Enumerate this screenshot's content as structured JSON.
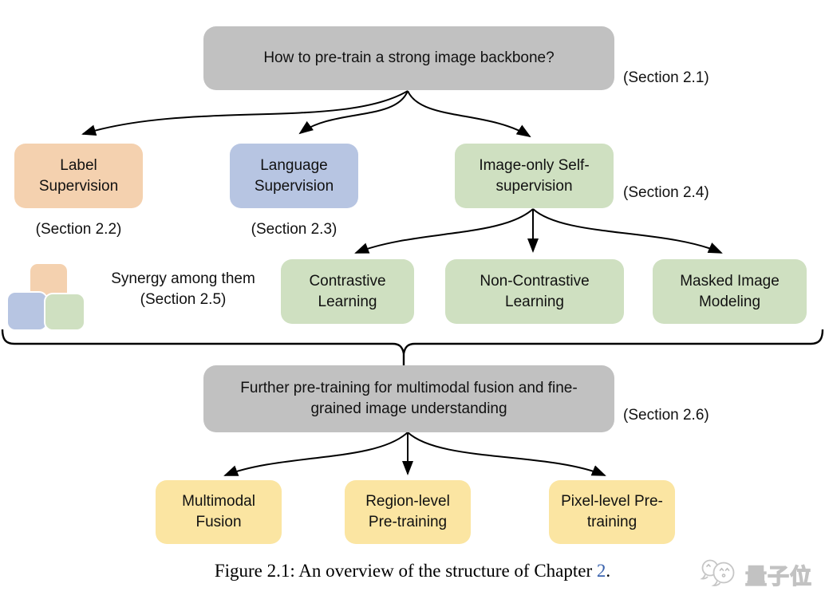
{
  "diagram": {
    "root": {
      "label": "How to pre-train a strong image backbone?",
      "section": "(Section 2.1)"
    },
    "level2": [
      {
        "label": "Label Supervision",
        "section": "(Section 2.2)",
        "color": "#f4d1af"
      },
      {
        "label": "Language Supervision",
        "section": "(Section 2.3)",
        "color": "#b7c5e2"
      },
      {
        "label": "Image-only Self-supervision",
        "section": "(Section 2.4)",
        "color": "#cfe0c1"
      }
    ],
    "self_supervision_children": [
      {
        "label": "Contrastive Learning",
        "color": "#cfe0c1"
      },
      {
        "label": "Non-Contrastive Learning",
        "color": "#cfe0c1"
      },
      {
        "label": "Masked Image Modeling",
        "color": "#cfe0c1"
      }
    ],
    "synergy": {
      "label": "Synergy among them",
      "section": "(Section 2.5)"
    },
    "fusion": {
      "label": "Further pre-training for multimodal fusion and fine-grained image understanding",
      "section": "(Section 2.6)",
      "color": "#c1c1c1"
    },
    "fusion_children": [
      {
        "label": "Multimodal Fusion",
        "color": "#fbe5a2"
      },
      {
        "label": "Region-level Pre-training",
        "color": "#fbe5a2"
      },
      {
        "label": "Pixel-level Pre-training",
        "color": "#fbe5a2"
      }
    ]
  },
  "caption": {
    "prefix": "Figure 2.1: An overview of the structure of Chapter ",
    "link": "2",
    "suffix": "."
  },
  "watermark": {
    "text": "量子位"
  },
  "colors": {
    "box_gray": "#c1c1c1",
    "box_peach": "#f4d1af",
    "box_blue": "#b7c5e2",
    "box_green": "#cfe0c1",
    "box_yellow": "#fbe5a2",
    "caption_link_blue": "#3c64ae",
    "watermark_gray": "#c2c2c2",
    "arrow_black": "#000000"
  }
}
